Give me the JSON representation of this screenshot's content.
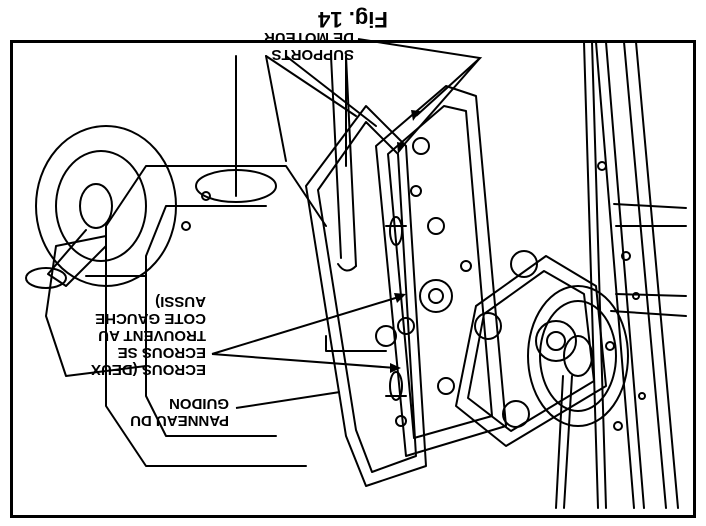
{
  "figure": {
    "title": "Fig. 14"
  },
  "labels": {
    "supports": "SUPPORTS\nDE MOTEUR",
    "panel": "PANNEAU DU\nGUIDON",
    "nuts": "ECROUS (DEUX\nECROUS SE\nTROUVENT AU\nCOTE GAUCHE\nAUSSI)"
  }
}
